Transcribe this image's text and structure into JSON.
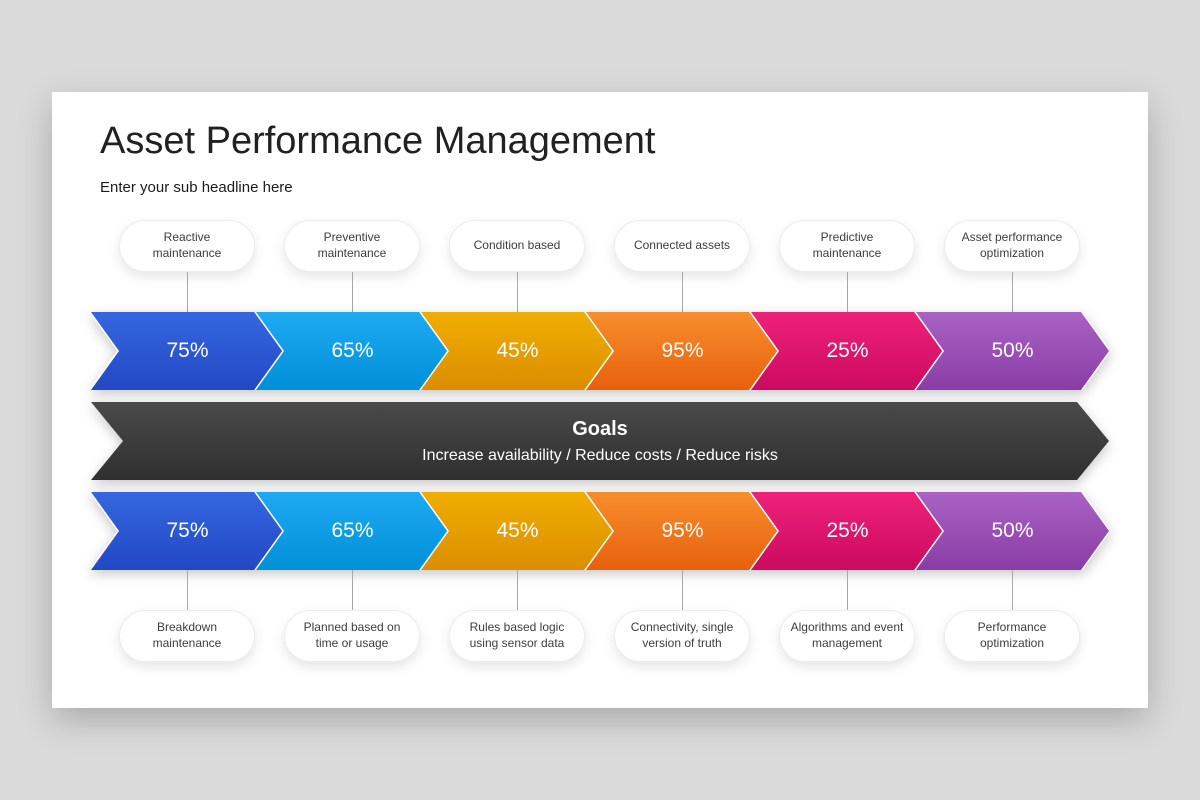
{
  "slide": {
    "title": "Asset Performance Management",
    "subtitle": "Enter your sub headline here"
  },
  "goals": {
    "title": "Goals",
    "subtitle": "Increase availability / Reduce costs / Reduce risks",
    "color_start": "#4a4a4a",
    "color_end": "#2f2f2f"
  },
  "columns": [
    {
      "top_label": "Reactive maintenance",
      "percent": "75%",
      "bottom_label": "Breakdown maintenance",
      "color_start": "#3566e0",
      "color_end": "#2348c4"
    },
    {
      "top_label": "Preventive maintenance",
      "percent": "65%",
      "bottom_label": "Planned based on time or usage",
      "color_start": "#1eaaf2",
      "color_end": "#0090d8"
    },
    {
      "top_label": "Condition based",
      "percent": "45%",
      "bottom_label": "Rules based logic using sensor data",
      "color_start": "#f0ae00",
      "color_end": "#db8d00"
    },
    {
      "top_label": "Connected assets",
      "percent": "95%",
      "bottom_label": "Connectivity, single version of truth",
      "color_start": "#f78e2d",
      "color_end": "#e8600d"
    },
    {
      "top_label": "Predictive maintenance",
      "percent": "25%",
      "bottom_label": "Algorithms and event management",
      "color_start": "#ef2179",
      "color_end": "#cb0a60"
    },
    {
      "top_label": "Asset performance optimization",
      "percent": "50%",
      "bottom_label": "Performance optimization",
      "color_start": "#a963c4",
      "color_end": "#8a3ca6"
    }
  ]
}
